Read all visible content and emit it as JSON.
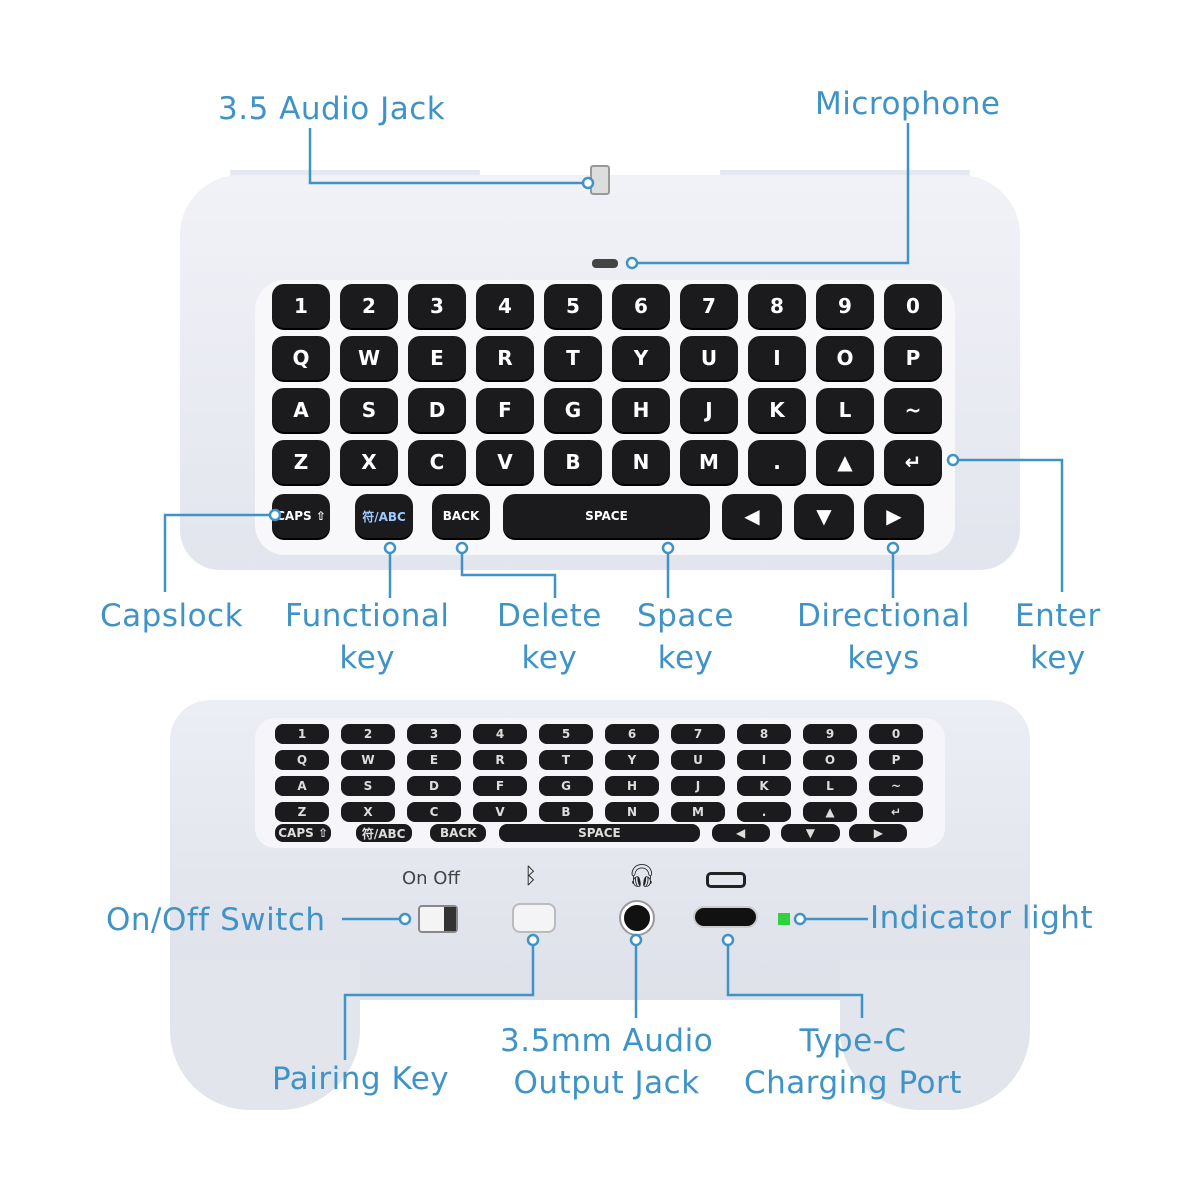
{
  "labels": {
    "audio_jack": "3.5 Audio Jack",
    "microphone": "Microphone",
    "capslock": "Capslock",
    "functional_1": "Functional",
    "functional_2": "key",
    "delete_1": "Delete",
    "delete_2": "key",
    "space_1": "Space",
    "space_2": "key",
    "directional_1": "Directional",
    "directional_2": "keys",
    "enter_1": "Enter",
    "enter_2": "key",
    "onoff_switch": "On/Off Switch",
    "indicator": "Indicator light",
    "pairing": "Pairing Key",
    "audio_out_1": "3.5mm Audio",
    "audio_out_2": "Output Jack",
    "typec_1": "Type-C",
    "typec_2": "Charging Port"
  },
  "device": {
    "onoff_text": "On Off",
    "bluetooth_icon": "bluetooth-icon",
    "headphone_icon": "headphone-icon",
    "battery_icon": "battery-icon",
    "indicator_color": "#2fd13c"
  },
  "keyboard": {
    "rows": [
      [
        "1",
        "2",
        "3",
        "4",
        "5",
        "6",
        "7",
        "8",
        "9",
        "0"
      ],
      [
        "Q",
        "W",
        "E",
        "R",
        "T",
        "Y",
        "U",
        "I",
        "O",
        "P"
      ],
      [
        "A",
        "S",
        "D",
        "F",
        "G",
        "H",
        "J",
        "K",
        "L",
        "~"
      ],
      [
        "Z",
        "X",
        "C",
        "V",
        "B",
        "N",
        "M",
        ".",
        "▲",
        "↵"
      ]
    ],
    "bottom": {
      "caps": "CAPS ⇧",
      "func": "符/ABC",
      "back": "BACK",
      "space": "SPACE",
      "left": "◀",
      "down": "▼",
      "right": "▶"
    }
  },
  "accent": "#3f93c6"
}
